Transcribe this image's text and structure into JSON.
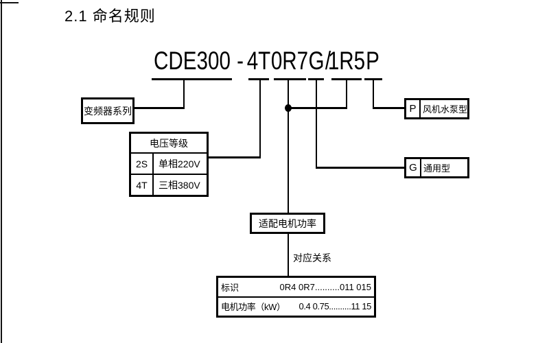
{
  "page": {
    "title": "2.1 命名规则"
  },
  "model": {
    "full": "CDE300 - 4T0R7G/1R5P",
    "segments": [
      "CDE300",
      "-",
      "4T",
      "0R7",
      "G",
      "/",
      "1R5",
      "P"
    ]
  },
  "labels": {
    "inverter_series": "变频器系列",
    "adapted_power": "适配电机功率",
    "relation": "对应关系"
  },
  "voltage_table": {
    "header": "电压等级",
    "rows": [
      {
        "code": "2S",
        "desc": "单相220V"
      },
      {
        "code": "4T",
        "desc": "三相380V"
      }
    ]
  },
  "type_boxes": {
    "pump": {
      "code": "P",
      "label": "风机水泵型"
    },
    "general": {
      "code": "G",
      "label": "通用型"
    }
  },
  "power_table": {
    "rows": [
      {
        "label": "标识",
        "values": "0R4 0R7..........011 015"
      },
      {
        "label": "电机功率（kW）",
        "values": "0.4 0.75..........11 15"
      }
    ]
  },
  "colors": {
    "ink": "#000000",
    "paper": "#ffffff"
  }
}
